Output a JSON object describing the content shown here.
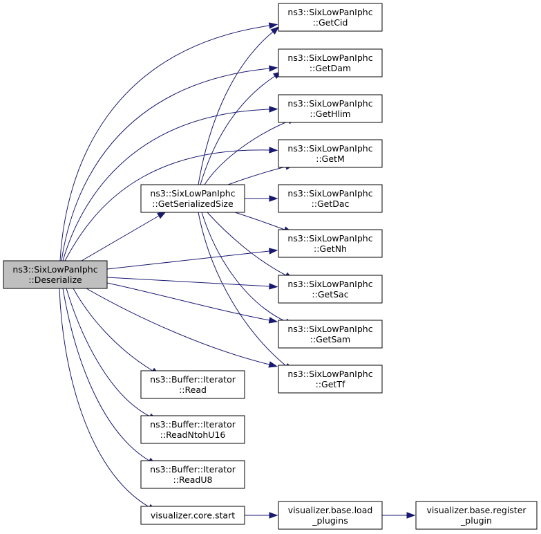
{
  "diagram": {
    "colors": {
      "edge": "#191970",
      "root_fill": "#bfbfbf",
      "node_fill": "#ffffff",
      "border": "#000000"
    },
    "nodes": [
      {
        "id": "deserialize",
        "lines": [
          "ns3::SixLowPanIphc",
          "::Deserialize"
        ],
        "root": true
      },
      {
        "id": "get_serialized_size",
        "lines": [
          "ns3::SixLowPanIphc",
          "::GetSerializedSize"
        ]
      },
      {
        "id": "get_cid",
        "lines": [
          "ns3::SixLowPanIphc",
          "::GetCid"
        ]
      },
      {
        "id": "get_dam",
        "lines": [
          "ns3::SixLowPanIphc",
          "::GetDam"
        ]
      },
      {
        "id": "get_hlim",
        "lines": [
          "ns3::SixLowPanIphc",
          "::GetHlim"
        ]
      },
      {
        "id": "get_m",
        "lines": [
          "ns3::SixLowPanIphc",
          "::GetM"
        ]
      },
      {
        "id": "get_dac",
        "lines": [
          "ns3::SixLowPanIphc",
          "::GetDac"
        ]
      },
      {
        "id": "get_nh",
        "lines": [
          "ns3::SixLowPanIphc",
          "::GetNh"
        ]
      },
      {
        "id": "get_sac",
        "lines": [
          "ns3::SixLowPanIphc",
          "::GetSac"
        ]
      },
      {
        "id": "get_sam",
        "lines": [
          "ns3::SixLowPanIphc",
          "::GetSam"
        ]
      },
      {
        "id": "get_tf",
        "lines": [
          "ns3::SixLowPanIphc",
          "::GetTf"
        ]
      },
      {
        "id": "buffer_read",
        "lines": [
          "ns3::Buffer::Iterator",
          "::Read"
        ]
      },
      {
        "id": "buffer_read_ntoh_u16",
        "lines": [
          "ns3::Buffer::Iterator",
          "::ReadNtohU16"
        ]
      },
      {
        "id": "buffer_read_u8",
        "lines": [
          "ns3::Buffer::Iterator",
          "::ReadU8"
        ]
      },
      {
        "id": "visualizer_core_start",
        "lines": [
          "visualizer.core.start"
        ]
      },
      {
        "id": "visualizer_load_plugins",
        "lines": [
          "visualizer.base.load",
          "_plugins"
        ]
      },
      {
        "id": "visualizer_register_plugin",
        "lines": [
          "visualizer.base.register",
          "_plugin"
        ]
      }
    ],
    "edges": [
      {
        "from": "deserialize",
        "to": "get_cid"
      },
      {
        "from": "deserialize",
        "to": "get_dam"
      },
      {
        "from": "deserialize",
        "to": "get_hlim"
      },
      {
        "from": "deserialize",
        "to": "get_m"
      },
      {
        "from": "deserialize",
        "to": "get_serialized_size"
      },
      {
        "from": "deserialize",
        "to": "get_nh"
      },
      {
        "from": "deserialize",
        "to": "get_sac"
      },
      {
        "from": "deserialize",
        "to": "get_sam"
      },
      {
        "from": "deserialize",
        "to": "get_tf"
      },
      {
        "from": "deserialize",
        "to": "buffer_read"
      },
      {
        "from": "deserialize",
        "to": "buffer_read_ntoh_u16"
      },
      {
        "from": "deserialize",
        "to": "buffer_read_u8"
      },
      {
        "from": "deserialize",
        "to": "visualizer_core_start"
      },
      {
        "from": "get_serialized_size",
        "to": "get_cid"
      },
      {
        "from": "get_serialized_size",
        "to": "get_dam"
      },
      {
        "from": "get_serialized_size",
        "to": "get_hlim"
      },
      {
        "from": "get_serialized_size",
        "to": "get_m"
      },
      {
        "from": "get_serialized_size",
        "to": "get_dac"
      },
      {
        "from": "get_serialized_size",
        "to": "get_nh"
      },
      {
        "from": "get_serialized_size",
        "to": "get_sac"
      },
      {
        "from": "get_serialized_size",
        "to": "get_sam"
      },
      {
        "from": "get_serialized_size",
        "to": "get_tf"
      },
      {
        "from": "visualizer_core_start",
        "to": "visualizer_load_plugins"
      },
      {
        "from": "visualizer_load_plugins",
        "to": "visualizer_register_plugin"
      }
    ]
  }
}
